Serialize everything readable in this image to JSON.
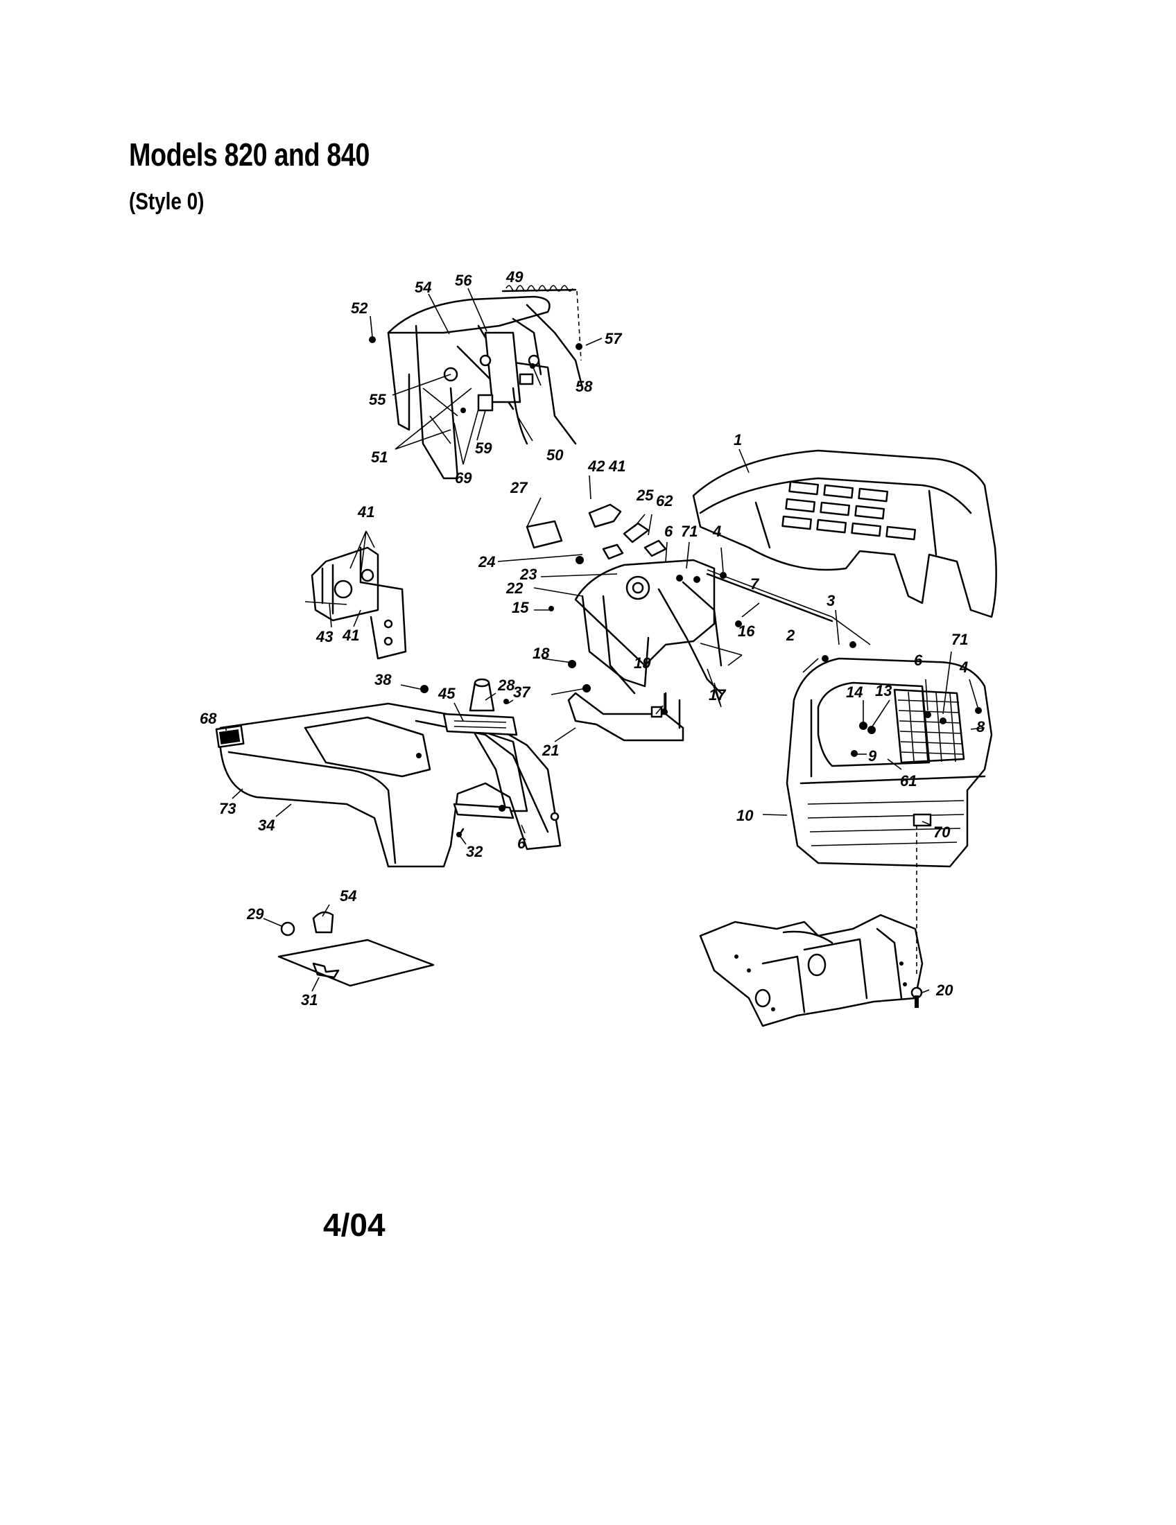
{
  "header": {
    "title": "Models 820 and 840",
    "subtitle": "(Style 0)"
  },
  "footer": {
    "date_code": "4/04"
  },
  "callouts": [
    "49",
    "54",
    "56",
    "52",
    "57",
    "55",
    "58",
    "51",
    "59",
    "50",
    "69",
    "1",
    "42",
    "41",
    "27",
    "25",
    "62",
    "6",
    "71",
    "4",
    "24",
    "23",
    "22",
    "7",
    "15",
    "3",
    "16",
    "2",
    "18",
    "19",
    "17",
    "71",
    "6",
    "4",
    "13",
    "14",
    "8",
    "9",
    "61",
    "10",
    "70",
    "38",
    "45",
    "28",
    "37",
    "68",
    "21",
    "73",
    "34",
    "32",
    "6",
    "29",
    "54",
    "31",
    "20",
    "41",
    "43",
    "41"
  ]
}
